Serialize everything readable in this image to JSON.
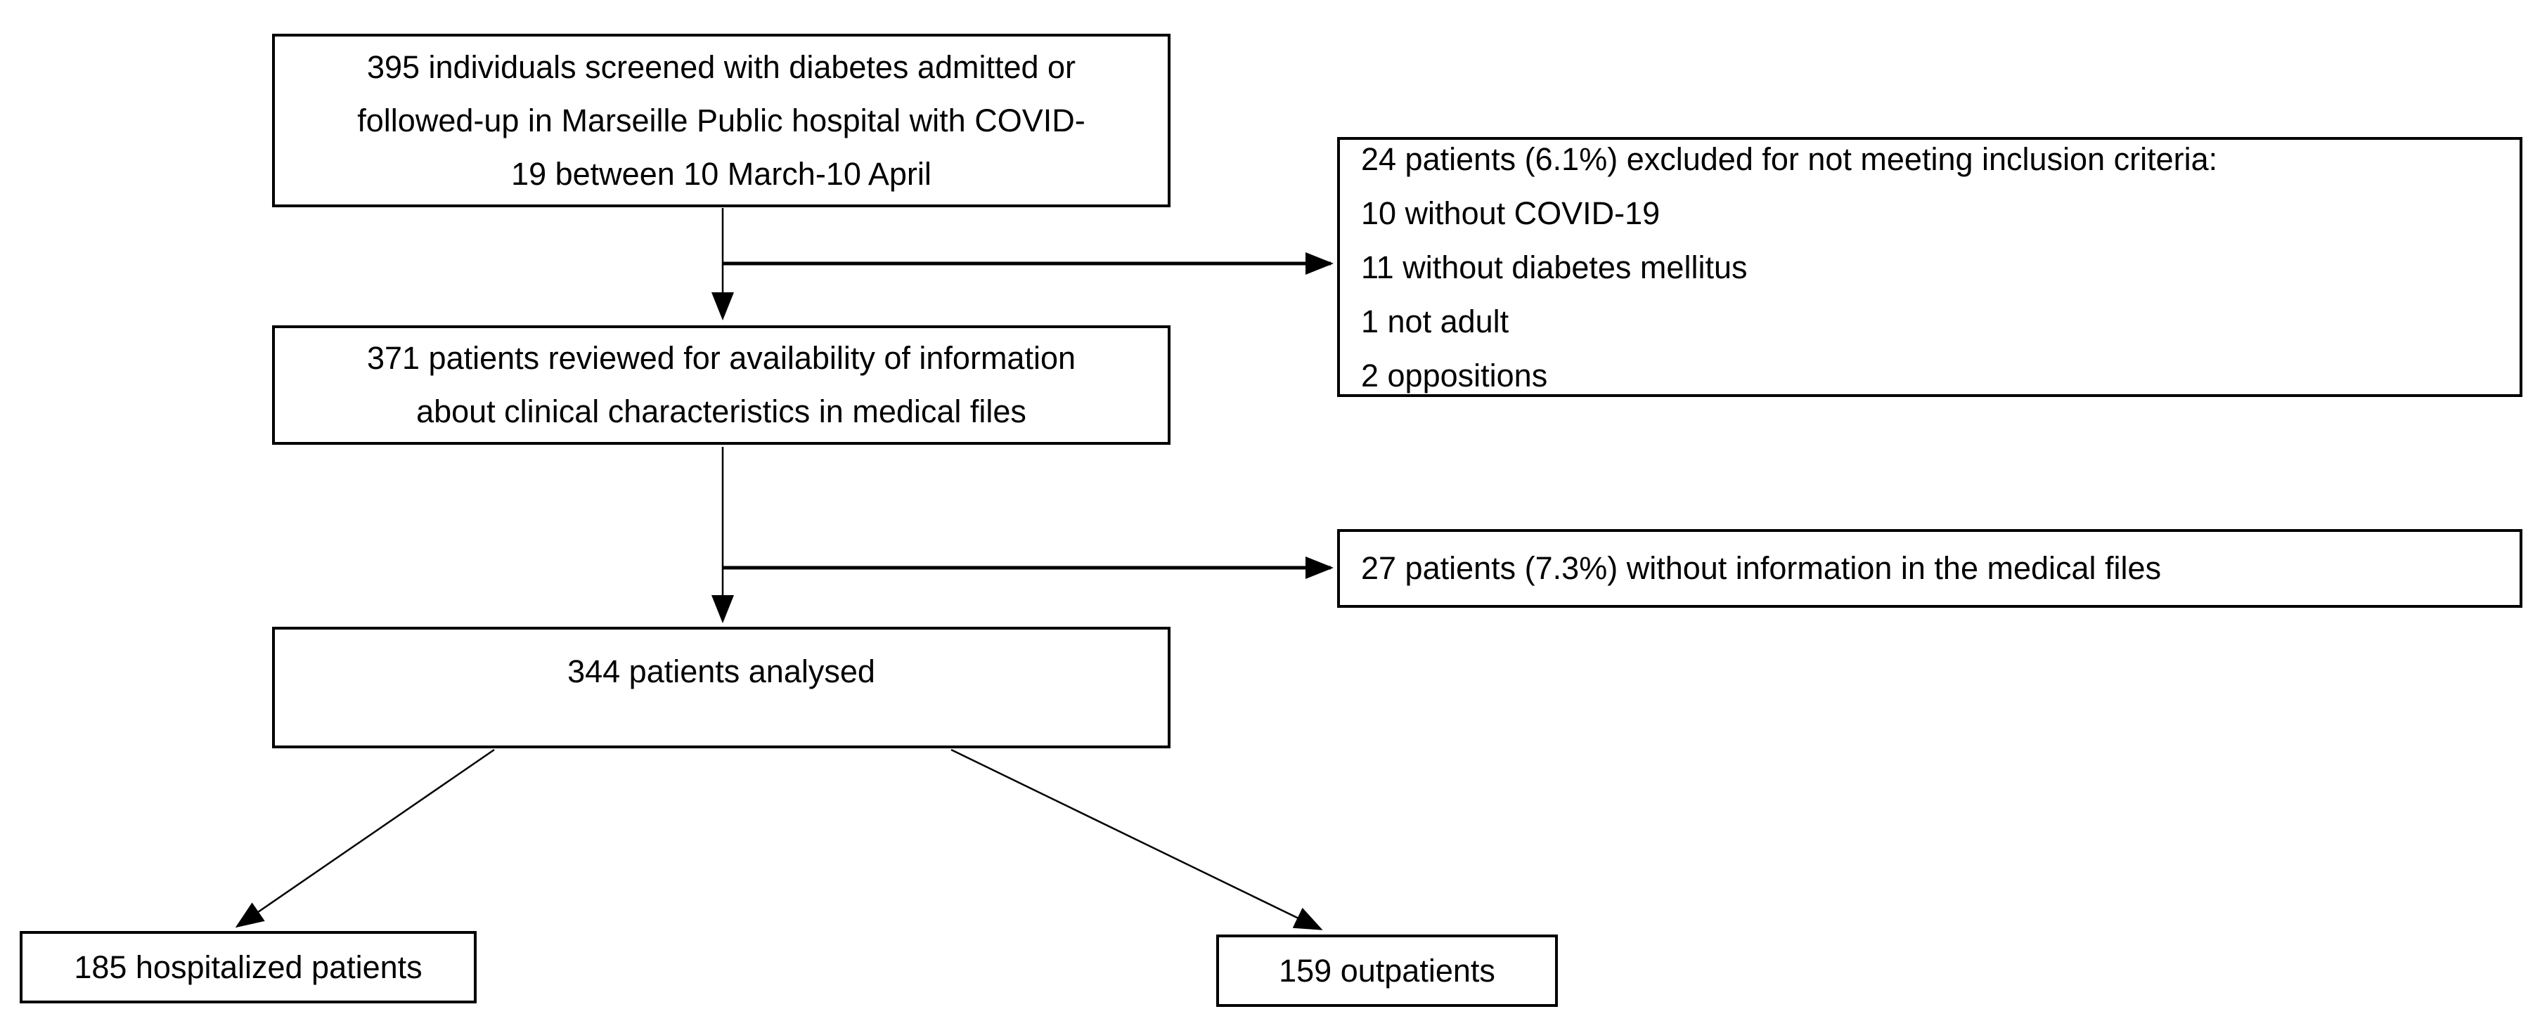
{
  "diagram": {
    "type": "patient-flow-diagram",
    "colors": {
      "background": "#ffffff",
      "box_border": "#000000",
      "text": "#000000",
      "arrow": "#000000"
    },
    "boxes": {
      "screened": {
        "lines": [
          "395 individuals screened with diabetes admitted or",
          "followed-up in Marseille Public hospital with COVID-",
          "19 between 10 March-10 April"
        ]
      },
      "excluded": {
        "lines": [
          "24 patients (6.1%) excluded for not meeting inclusion criteria:",
          "10 without COVID-19",
          "11 without diabetes mellitus",
          "1 not adult",
          "2 oppositions"
        ]
      },
      "reviewed": {
        "lines": [
          "371 patients reviewed for availability of information",
          "about clinical characteristics in medical files"
        ]
      },
      "no_info": {
        "text": "27 patients (7.3%) without information in the medical files"
      },
      "analysed": {
        "text": "344 patients analysed"
      },
      "hospitalized": {
        "text": "185 hospitalized patients"
      },
      "outpatients": {
        "text": "159 outpatients"
      }
    },
    "counts": {
      "screened": 395,
      "excluded": 24,
      "excluded_pct": "6.1%",
      "without_covid": 10,
      "without_diabetes": 11,
      "not_adult": 1,
      "oppositions": 2,
      "reviewed": 371,
      "no_info": 27,
      "no_info_pct": "7.3%",
      "analysed": 344,
      "hospitalized": 185,
      "outpatients": 159
    }
  }
}
